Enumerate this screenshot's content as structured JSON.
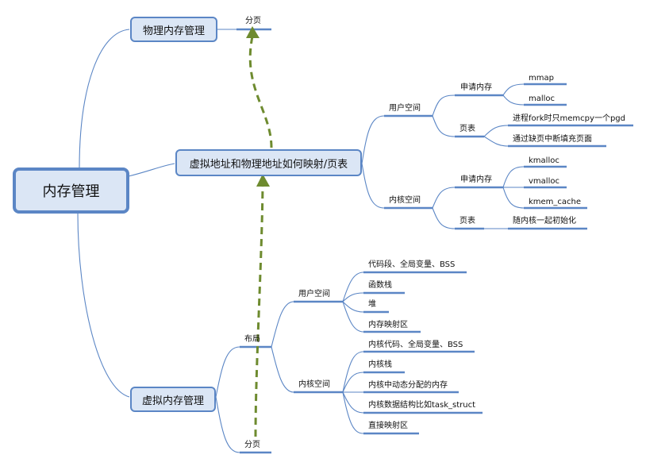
{
  "root": "内存管理",
  "branches": {
    "physical": "物理内存管理",
    "mapping": "虚拟地址和物理地址如何映射/页表",
    "virtual": "虚拟内存管理"
  },
  "physical": {
    "paging": "分页"
  },
  "mapping": {
    "user_space": "用户空间",
    "user_alloc": "申请内存",
    "user_alloc_items": [
      "mmap",
      "malloc"
    ],
    "user_pt": "页表",
    "user_pt_items": [
      "进程fork时只memcpy一个pgd",
      "通过缺页中断填充页面"
    ],
    "kernel_space": "内核空间",
    "kernel_alloc": "申请内存",
    "kernel_alloc_items": [
      "kmalloc",
      "vmalloc",
      "kmem_cache"
    ],
    "kernel_pt": "页表",
    "kernel_pt_items": [
      "随内核一起初始化"
    ]
  },
  "virtual": {
    "layout": "布局",
    "user_space": "用户空间",
    "user_items": [
      "代码段、全局变量、BSS",
      "函数栈",
      "堆",
      "内存映射区"
    ],
    "kernel_space": "内核空间",
    "kernel_items": [
      "内核代码、全局变量、BSS",
      "内核栈",
      "内核中动态分配的内存",
      "内核数据结构比如task_struct",
      "直接映射区"
    ],
    "paging": "分页"
  },
  "colors": {
    "line": "#5b86c5",
    "box_fill": "#dbe6f5",
    "arrow": "#6e8b2f"
  }
}
